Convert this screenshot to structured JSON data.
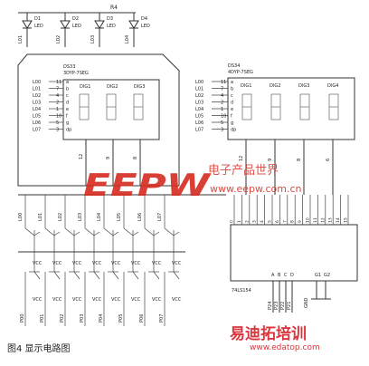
{
  "figure": {
    "caption": "图4 显示电路图"
  },
  "leds": [
    {
      "ref": "D1",
      "type": "LED",
      "net": "L01"
    },
    {
      "ref": "D2",
      "type": "LED",
      "net": "L02"
    },
    {
      "ref": "D3",
      "type": "LED",
      "net": "L03"
    },
    {
      "ref": "D4",
      "type": "LED",
      "net": "L04"
    }
  ],
  "supply_label": "R4",
  "display_left": {
    "ref": "DS33",
    "part": "3DYP-7SEG",
    "digits": [
      "DIG1",
      "DIG2",
      "DIG3"
    ],
    "pins": [
      {
        "net": "L00",
        "num": "11"
      },
      {
        "net": "L01",
        "num": "7"
      },
      {
        "net": "L02",
        "num": "4"
      },
      {
        "net": "L03",
        "num": "2"
      },
      {
        "net": "L04",
        "num": "1"
      },
      {
        "net": "L05",
        "num": "10"
      },
      {
        "net": "L06",
        "num": "5"
      },
      {
        "net": "L07",
        "num": "3"
      }
    ],
    "bottom_pins": [
      "12",
      "9",
      "8"
    ]
  },
  "display_right": {
    "ref": "DS34",
    "part": "4DYP-7SEG",
    "digits": [
      "DIG1",
      "DIG2",
      "DIG3",
      "DIG4"
    ],
    "pins": [
      {
        "net": "L00",
        "num": "11"
      },
      {
        "net": "L01",
        "num": "7"
      },
      {
        "net": "L02",
        "num": "4"
      },
      {
        "net": "L03",
        "num": "2"
      },
      {
        "net": "L04",
        "num": "1"
      },
      {
        "net": "L05",
        "num": "10"
      },
      {
        "net": "L06",
        "num": "5"
      },
      {
        "net": "L07",
        "num": "3"
      }
    ],
    "bottom_pins": [
      "12",
      "9",
      "8",
      "6"
    ]
  },
  "seg_letters": [
    "a",
    "b",
    "c",
    "d",
    "e",
    "f",
    "g",
    "dp"
  ],
  "drivers": [
    {
      "net": "L00",
      "in": "P00",
      "vcc": "VCC"
    },
    {
      "net": "L01",
      "in": "P01",
      "vcc": "VCC"
    },
    {
      "net": "L02",
      "in": "P02",
      "vcc": "VCC"
    },
    {
      "net": "L03",
      "in": "P03",
      "vcc": "VCC"
    },
    {
      "net": "L04",
      "in": "P04",
      "vcc": "VCC"
    },
    {
      "net": "L05",
      "in": "P05",
      "vcc": "VCC"
    },
    {
      "net": "L06",
      "in": "P06",
      "vcc": "VCC"
    },
    {
      "net": "L07",
      "in": "P07",
      "vcc": "VCC"
    }
  ],
  "decoder": {
    "part": "74LS154",
    "outputs": [
      "0",
      "1",
      "2",
      "3",
      "4",
      "5",
      "6",
      "7",
      "8",
      "9",
      "10",
      "11",
      "12",
      "13",
      "14",
      "15"
    ],
    "inputs": [
      "A",
      "B",
      "C",
      "D"
    ],
    "enables": [
      "G1",
      "G2"
    ],
    "input_nets": [
      "P24",
      "P23",
      "P22",
      "P21"
    ],
    "gnd": "GND"
  },
  "watermarks": {
    "eepw": "EEPW",
    "eepw_cn": "电子产品世界",
    "eepw_url": "www.eepw.com.cn",
    "edatop_cn": "易迪拓培训",
    "edatop_url": "www.edatop.com"
  },
  "colors": {
    "wire": "#333333",
    "eepw_red": "#d62a20",
    "edatop_red": "#d9363e"
  }
}
